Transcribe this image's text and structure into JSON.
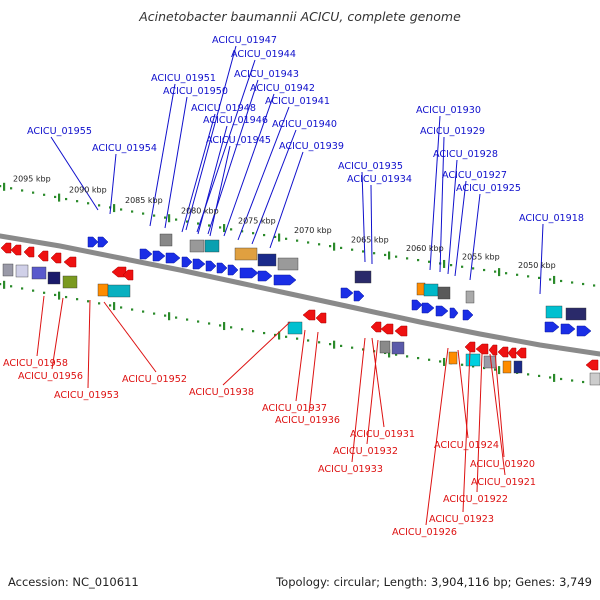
{
  "title": "Acinetobacter baumannii ACICU, complete genome",
  "accession": "Accession: NC_010611",
  "summary": "Topology: circular; Length: 3,904,116 bp; Genes: 3,749",
  "colors": {
    "forward_label": "#1010cc",
    "reverse_label": "#dd1111",
    "forward_gene": "#1a2ee6",
    "reverse_gene": "#ee1111",
    "tick": "#2a8a2a",
    "backbone": "#8a8a8a"
  },
  "kbp_labels": [
    "2095 kbp",
    "2090 kbp",
    "2085 kbp",
    "2080 kbp",
    "2075 kbp",
    "2070 kbp",
    "2065 kbp",
    "2060 kbp",
    "2055 kbp",
    "2050 kbp"
  ],
  "forward_genes": [
    "ACICU_01947",
    "ACICU_01944",
    "ACICU_01943",
    "ACICU_01951",
    "ACICU_01942",
    "ACICU_01950",
    "ACICU_01941",
    "ACICU_01948",
    "ACICU_01946",
    "ACICU_01940",
    "ACICU_01955",
    "ACICU_01945",
    "ACICU_01954",
    "ACICU_01939",
    "ACICU_01930",
    "ACICU_01929",
    "ACICU_01928",
    "ACICU_01935",
    "ACICU_01934",
    "ACICU_01927",
    "ACICU_01925",
    "ACICU_01918"
  ],
  "reverse_genes": [
    "ACICU_01958",
    "ACICU_01956",
    "ACICU_01952",
    "ACICU_01953",
    "ACICU_01938",
    "ACICU_01937",
    "ACICU_01936",
    "ACICU_01931",
    "ACICU_01924",
    "ACICU_01932",
    "ACICU_01933",
    "ACICU_01920",
    "ACICU_01921",
    "ACICU_01922",
    "ACICU_01923",
    "ACICU_01926"
  ]
}
